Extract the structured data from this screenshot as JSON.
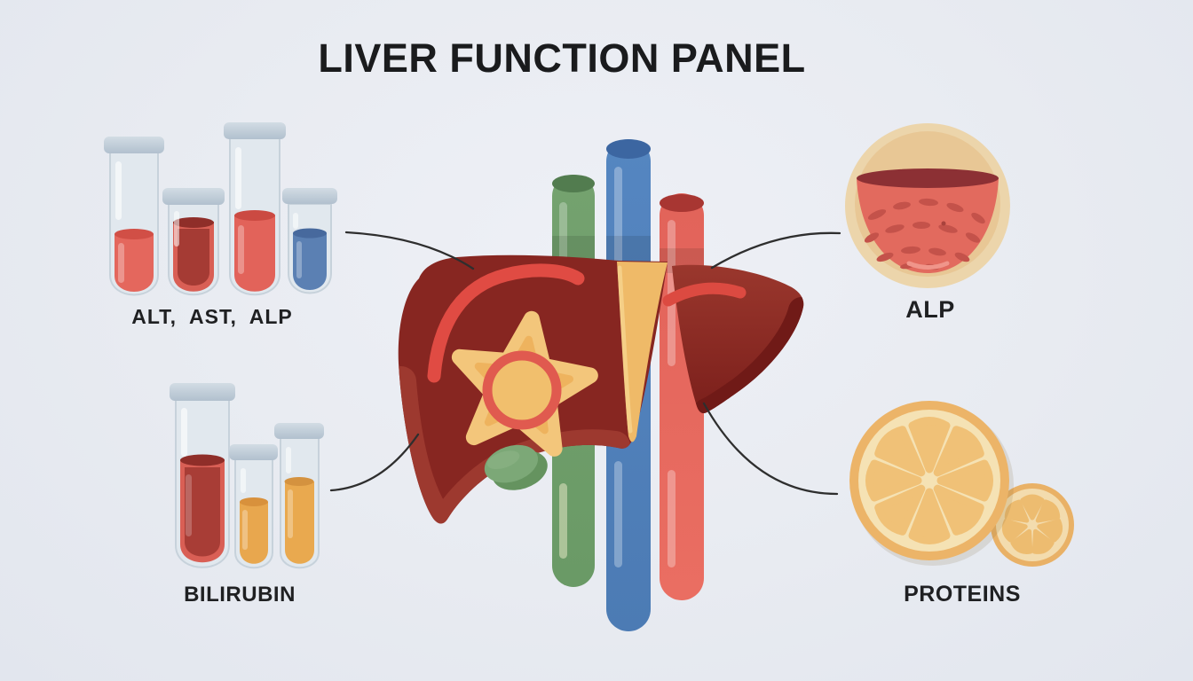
{
  "title": "LIVER FUNCTION PANEL",
  "panels": {
    "enzymes": {
      "label": "ALT,  AST,  ALP",
      "icon": "test-tube-rack-icon",
      "tube_count": 4
    },
    "bilirubin": {
      "label": "BILIRUBIN",
      "icon": "test-tube-rack-icon",
      "tube_count": 3
    },
    "alp": {
      "label": "ALP",
      "icon": "specimen-dish-icon"
    },
    "proteins": {
      "label": "PROTEINS",
      "icon": "citrus-slices-icon"
    }
  },
  "center": {
    "subject": "liver-with-vessels-illustration"
  },
  "colors": {
    "background": "#e8ebf1",
    "liver_dark": "#7b1f1c",
    "liver_mid": "#8d2b25",
    "liver_highlight": "#e04b43",
    "bile_band_yellow": "#efba68",
    "star_yellow": "#f3c67b",
    "star_ring_red": "#e05a4f",
    "gallbladder_green": "#7ca877",
    "vessel_green": "#6f9e6a",
    "vessel_blue": "#5080bc",
    "vessel_red": "#e2635a",
    "blood_dark_red": "#a53b34",
    "serum_salmon": "#e4675d",
    "serum_blue": "#5b80b3",
    "serum_amber": "#e8a74e",
    "glass": "#e1e8ee",
    "cap_gray_blue": "#bac8d4",
    "dish_tan": "#ecd5ab",
    "dish_fluid": "#e26a5e",
    "dish_surface": "#8c3034",
    "citrus_peel": "#ecb468",
    "citrus_pith": "#f5e2b4",
    "connector_line": "#2e2e2e"
  }
}
